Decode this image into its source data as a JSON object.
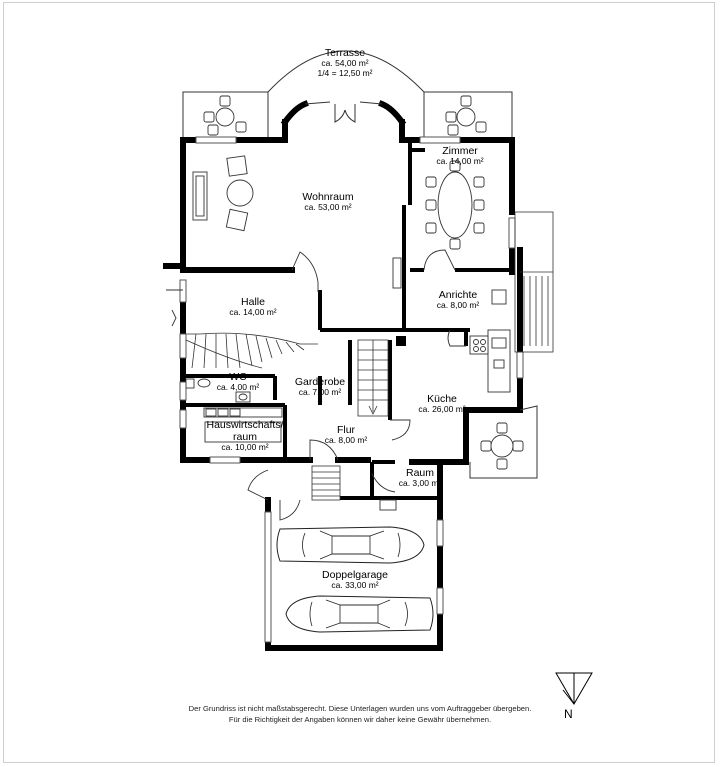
{
  "rooms": {
    "terrasse": {
      "name": "Terrasse",
      "area": "ca. 54,00 m²",
      "extra": "1/4 = 12,50 m²"
    },
    "zimmer": {
      "name": "Zimmer",
      "area": "ca. 14,00 m²"
    },
    "wohnraum": {
      "name": "Wohnraum",
      "area": "ca. 53,00 m²"
    },
    "halle": {
      "name": "Halle",
      "area": "ca. 14,00 m²"
    },
    "anrichte": {
      "name": "Anrichte",
      "area": "ca. 8,00 m²"
    },
    "wc": {
      "name": "WC",
      "area": "ca. 4,00 m²"
    },
    "garderobe": {
      "name": "Garderobe",
      "area": "ca. 7,00 m²"
    },
    "kueche": {
      "name": "Küche",
      "area": "ca. 26,00 m²"
    },
    "hauswirtschaft": {
      "name_line1": "Hauswirtschafts/",
      "name_line2": "raum",
      "area": "ca. 10,00 m²"
    },
    "flur": {
      "name": "Flur",
      "area": "ca. 8,00 m²"
    },
    "raum": {
      "name": "Raum",
      "area": "ca. 3,00 m²"
    },
    "garage": {
      "name": "Doppelgarage",
      "area": "ca. 33,00 m²"
    }
  },
  "disclaimer": {
    "line1": "Der Grundriss ist nicht maßstabsgerecht. Diese Unterlagen wurden uns vom Auftraggeber übergeben.",
    "line2": "Für die Richtigkeit der Angaben können wir daher keine Gewähr übernehmen."
  },
  "north": {
    "letter": "N",
    "icon": "north-arrow-icon"
  },
  "colors": {
    "wall": "#000000",
    "line": "#333333",
    "frame": "#cfcfcf"
  }
}
